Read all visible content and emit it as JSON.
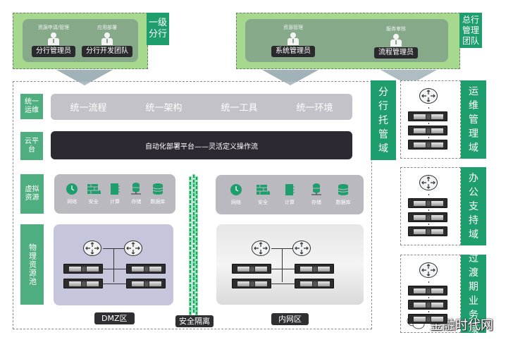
{
  "branch_team": {
    "tag": "一级分行",
    "roles": [
      {
        "sub": "资源申请/管理",
        "label": "分行管理员"
      },
      {
        "sub": "应用部署",
        "label": "分行开发团队"
      }
    ]
  },
  "hq_team": {
    "tag": "总行管理团队",
    "roles": [
      {
        "sub": "资源管理",
        "label": "系统管理员"
      },
      {
        "sub": "服务审核",
        "label": "流程管理员"
      }
    ]
  },
  "rows": {
    "unified_ops": {
      "label": "统一运维",
      "items": [
        "统一流程",
        "统一架构",
        "统一工具",
        "统一环境"
      ]
    },
    "cloud_platform": {
      "label": "云平台",
      "text": "自动化部署平台——灵活定义操作流"
    },
    "virtual_resources": {
      "label": "虚拟资源",
      "items": [
        {
          "icon": "network-icon",
          "label": "网络"
        },
        {
          "icon": "security-icon",
          "label": "安全"
        },
        {
          "icon": "compute-icon",
          "label": "计算"
        },
        {
          "icon": "storage-icon",
          "label": "存储"
        },
        {
          "icon": "database-icon",
          "label": "数据库"
        }
      ]
    },
    "physical_pool": {
      "label": "物理资源池"
    }
  },
  "zones": {
    "dmz": "DMZ区",
    "isolation": "安全隔离",
    "intranet": "内网区"
  },
  "domains": {
    "branch_hosted": "分行托管域",
    "ops_mgmt": "运维管理域",
    "office_support": "办公支持域",
    "transition": "过渡期业务域"
  },
  "watermark": "金融时代网",
  "colors": {
    "brand_green": "#1f9e6d",
    "label_green": "#4fae7f",
    "light_green": "#a6d88e",
    "panel_gray": "#c2c2c8",
    "dark_bar": "#2d2932",
    "dmz_bg": "#c5c6dc"
  }
}
